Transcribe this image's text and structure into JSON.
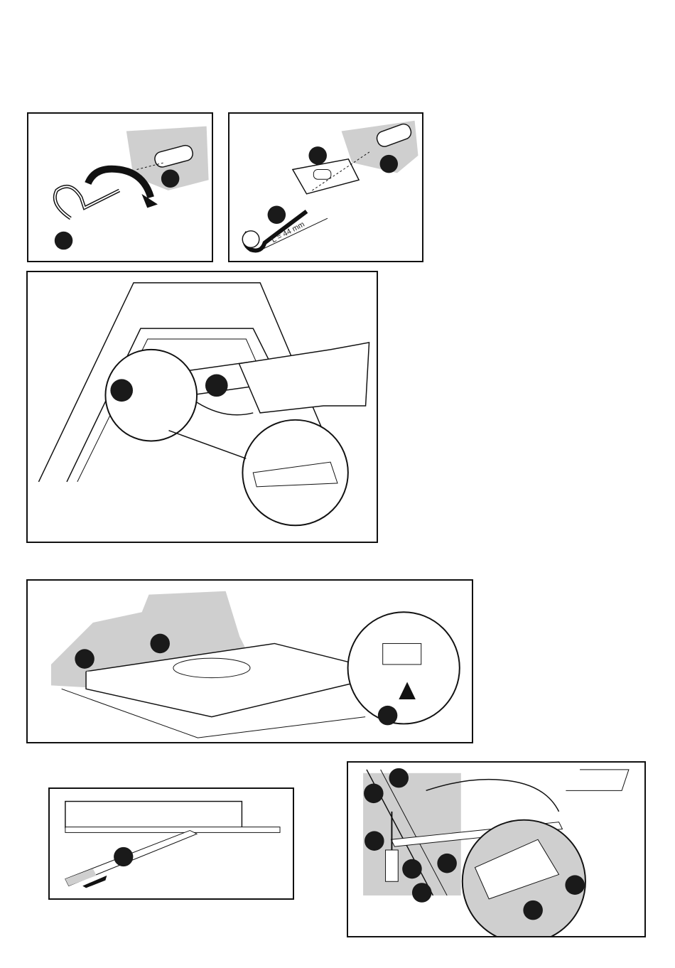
{
  "figures": [
    {
      "id": "fig-1",
      "callouts": 2
    },
    {
      "id": "fig-2",
      "callouts": 3,
      "dimension_label": "L = 44 mm"
    },
    {
      "id": "fig-3",
      "callouts": 2
    },
    {
      "id": "fig-4",
      "callouts": 3
    },
    {
      "id": "fig-5",
      "callouts": 1
    },
    {
      "id": "fig-6",
      "callouts": 8
    }
  ],
  "colors": {
    "line": "#111111",
    "shade": "#cfcfcf",
    "callout": "#1a1a1a"
  }
}
